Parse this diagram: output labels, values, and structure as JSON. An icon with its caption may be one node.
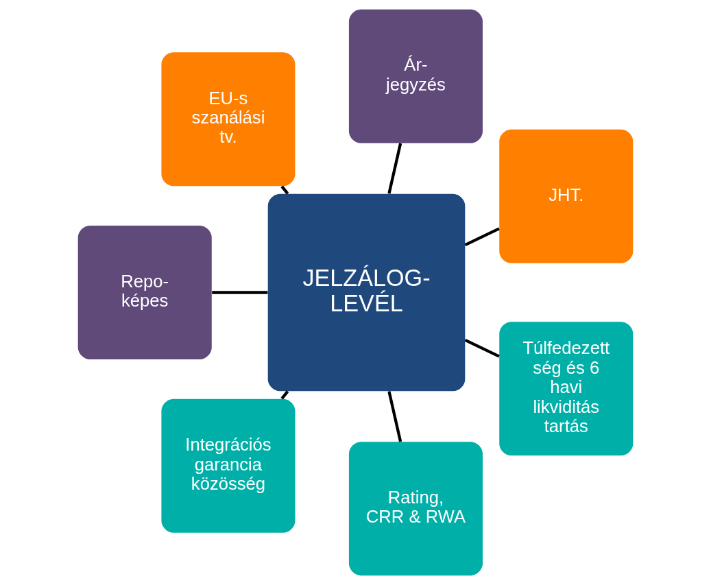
{
  "diagram": {
    "nodes": [
      {
        "text": [
          "JHT."
        ]
      },
      {
        "text": [
          "Ár- jegyzés"
        ]
      },
      {
        "text": [
          "EU-s szanálási tv."
        ]
      },
      {
        "text": [
          "JELZÁLOG- LEVÉL"
        ]
      },
      {
        "text": [
          "Repo- képes"
        ]
      },
      {
        "text": [
          "Integrációs garancia közösség"
        ]
      },
      {
        "text": [
          "Rating, CRR & RWA"
        ]
      },
      {
        "text": [
          "Túlfedezett ség és 6 havi likviditás tartás"
        ]
      }
    ],
    "edges": [
      {
        "from": 3,
        "to": 0,
        "arrow": "none"
      },
      {
        "from": 3,
        "to": 1,
        "arrow": "none"
      },
      {
        "from": 3,
        "to": 2,
        "arrow": "none"
      },
      {
        "from": 3,
        "to": 4,
        "arrow": "none"
      },
      {
        "from": 3,
        "to": 5,
        "arrow": "none"
      },
      {
        "from": 3,
        "to": 6,
        "arrow": "none"
      },
      {
        "from": 3,
        "to": 7,
        "arrow": "none"
      }
    ]
  }
}
